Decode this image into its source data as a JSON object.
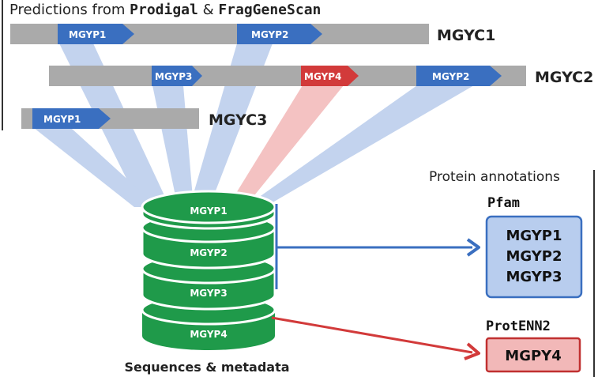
{
  "header": {
    "prefix": "Predictions from ",
    "tool1": "Prodigal",
    "amp": " & ",
    "tool2": "FragGeneScan"
  },
  "contigs": [
    {
      "label": "MGYC1",
      "genes": [
        {
          "label": "MGYP1",
          "color": "#3a6fc0"
        },
        {
          "label": "MGYP2",
          "color": "#3a6fc0"
        }
      ]
    },
    {
      "label": "MGYC2",
      "genes": [
        {
          "label": "MGYP3",
          "color": "#3a6fc0"
        },
        {
          "label": "MGYP4",
          "color": "#d23a3a"
        },
        {
          "label": "MGYP2",
          "color": "#3a6fc0"
        }
      ]
    },
    {
      "label": "MGYC3",
      "genes": [
        {
          "label": "MGYP1",
          "color": "#3a6fc0"
        }
      ]
    }
  ],
  "database": {
    "disks": [
      "MGYP1",
      "MGYP2",
      "MGYP3",
      "MGYP4"
    ],
    "caption": "Sequences & metadata",
    "color": "#1f9a4a"
  },
  "annotations": {
    "title": "Protein annotations",
    "pfam": {
      "tool": "Pfam",
      "entries": [
        "MGYP1",
        "MGYP2",
        "MGYP3"
      ],
      "fill": "#b8cdee",
      "border": "#3a6fc0"
    },
    "protenn": {
      "tool": "ProtENN2",
      "entries": [
        "MGPY4"
      ],
      "fill": "#f2b8b8",
      "border": "#c03030"
    }
  },
  "colors": {
    "contig_bar": "#aaaaaa",
    "blue": "#3a6fc0",
    "red": "#d23a3a",
    "blue_beam": "#c3d3ee",
    "red_beam": "#f4c2c2"
  }
}
